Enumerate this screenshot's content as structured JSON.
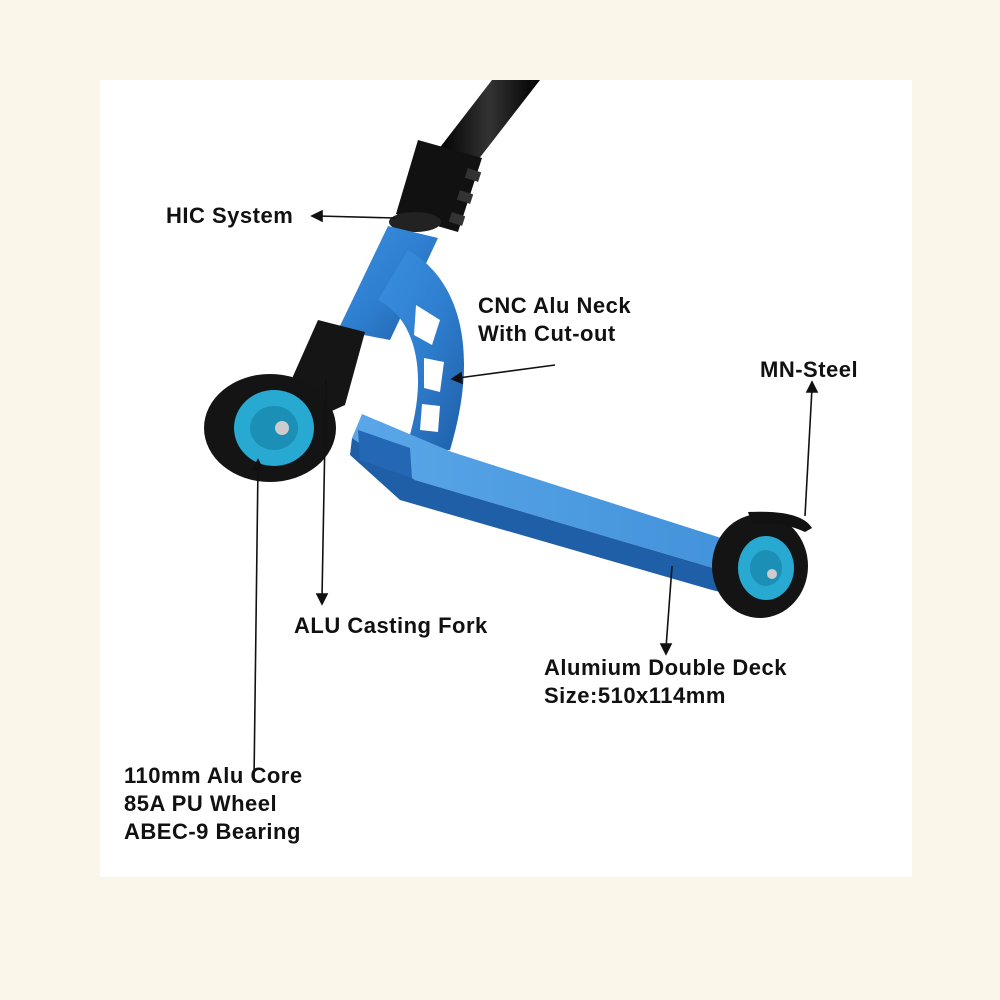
{
  "colors": {
    "page_background": "#faf7ea",
    "photo_background": "#ffffff",
    "deck_blue": "#2f7fd0",
    "accent_cyan": "#2bb6d8",
    "bar_black": "#111111",
    "label_text": "#111111"
  },
  "labels": {
    "hic_system": "HIC System",
    "neck_line1": "CNC Alu Neck",
    "neck_line2": "With Cut-out",
    "mn_steel": "MN-Steel",
    "fork": "ALU Casting Fork",
    "deck_line1": "Alumium Double Deck",
    "deck_line2": "Size:510x114mm",
    "wheel_line1": "110mm Alu Core",
    "wheel_line2": "85A PU Wheel",
    "wheel_line3": "ABEC-9 Bearing"
  }
}
